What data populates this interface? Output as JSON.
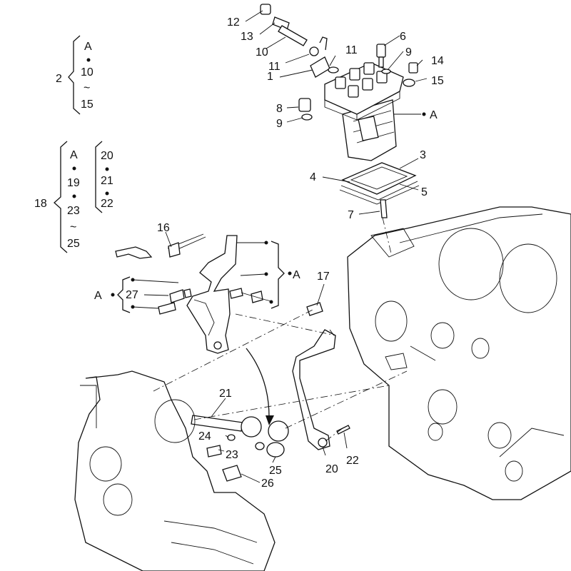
{
  "callouts": [
    {
      "id": "c12",
      "text": "12"
    },
    {
      "id": "c13",
      "text": "13"
    },
    {
      "id": "c10",
      "text": "10"
    },
    {
      "id": "c11a",
      "text": "11"
    },
    {
      "id": "c11b",
      "text": "11"
    },
    {
      "id": "c1",
      "text": "1"
    },
    {
      "id": "c6",
      "text": "6"
    },
    {
      "id": "c9a",
      "text": "9"
    },
    {
      "id": "c14",
      "text": "14"
    },
    {
      "id": "c15",
      "text": "15"
    },
    {
      "id": "c8",
      "text": "8"
    },
    {
      "id": "c9b",
      "text": "9"
    },
    {
      "id": "cA1",
      "text": "A"
    },
    {
      "id": "c3",
      "text": "3"
    },
    {
      "id": "c4",
      "text": "4"
    },
    {
      "id": "c5",
      "text": "5"
    },
    {
      "id": "c7",
      "text": "7"
    },
    {
      "id": "c16",
      "text": "16"
    },
    {
      "id": "cA2",
      "text": "A"
    },
    {
      "id": "cA3",
      "text": "A"
    },
    {
      "id": "c27",
      "text": "27"
    },
    {
      "id": "c17",
      "text": "17"
    },
    {
      "id": "c21",
      "text": "21"
    },
    {
      "id": "c24",
      "text": "24"
    },
    {
      "id": "c23",
      "text": "23"
    },
    {
      "id": "c25",
      "text": "25"
    },
    {
      "id": "c20",
      "text": "20"
    },
    {
      "id": "c22",
      "text": "22"
    },
    {
      "id": "c26",
      "text": "26"
    }
  ],
  "legend_group_1": {
    "parent": "2",
    "items": [
      "A",
      "10",
      "~",
      "15"
    ]
  },
  "legend_group_2": {
    "parent": "18",
    "items": [
      "A",
      "19",
      "23",
      "~",
      "25"
    ],
    "subitems": [
      "20",
      "21",
      "22"
    ]
  }
}
